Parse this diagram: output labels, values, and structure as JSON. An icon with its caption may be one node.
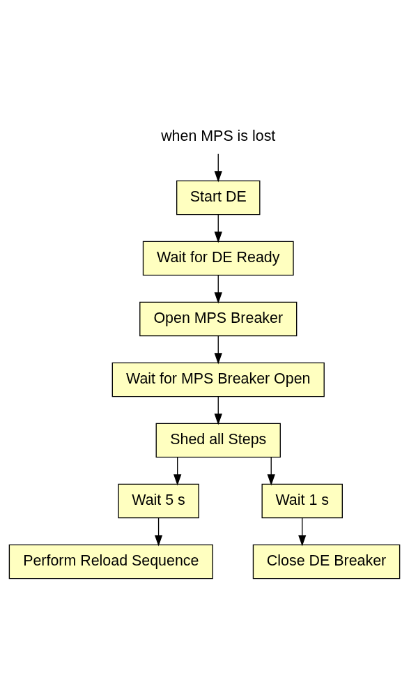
{
  "diagram": {
    "nodes": [
      {
        "text": [
          "when MPS is lost"
        ]
      },
      {
        "text": [
          "Start DE"
        ]
      },
      {
        "text": [
          "Wait for DE Ready"
        ]
      },
      {
        "text": [
          "Open MPS Breaker"
        ]
      },
      {
        "text": [
          "Wait for MPS Breaker Open"
        ]
      },
      {
        "text": [
          "Shed all Steps"
        ]
      },
      {
        "text": [
          "Wait 5 s"
        ]
      },
      {
        "text": [
          "Wait 1 s"
        ]
      },
      {
        "text": [
          "Perform Reload Sequence"
        ]
      },
      {
        "text": [
          "Close DE Breaker"
        ]
      }
    ],
    "edges": [
      {
        "from": 0,
        "to": 1,
        "arrow": "to"
      },
      {
        "from": 1,
        "to": 2,
        "arrow": "to"
      },
      {
        "from": 2,
        "to": 3,
        "arrow": "to"
      },
      {
        "from": 3,
        "to": 4,
        "arrow": "to"
      },
      {
        "from": 4,
        "to": 5,
        "arrow": "to"
      },
      {
        "from": 5,
        "to": 6,
        "arrow": "to"
      },
      {
        "from": 5,
        "to": 7,
        "arrow": "to"
      },
      {
        "from": 6,
        "to": 8,
        "arrow": "to"
      },
      {
        "from": 7,
        "to": 9,
        "arrow": "to"
      }
    ]
  }
}
